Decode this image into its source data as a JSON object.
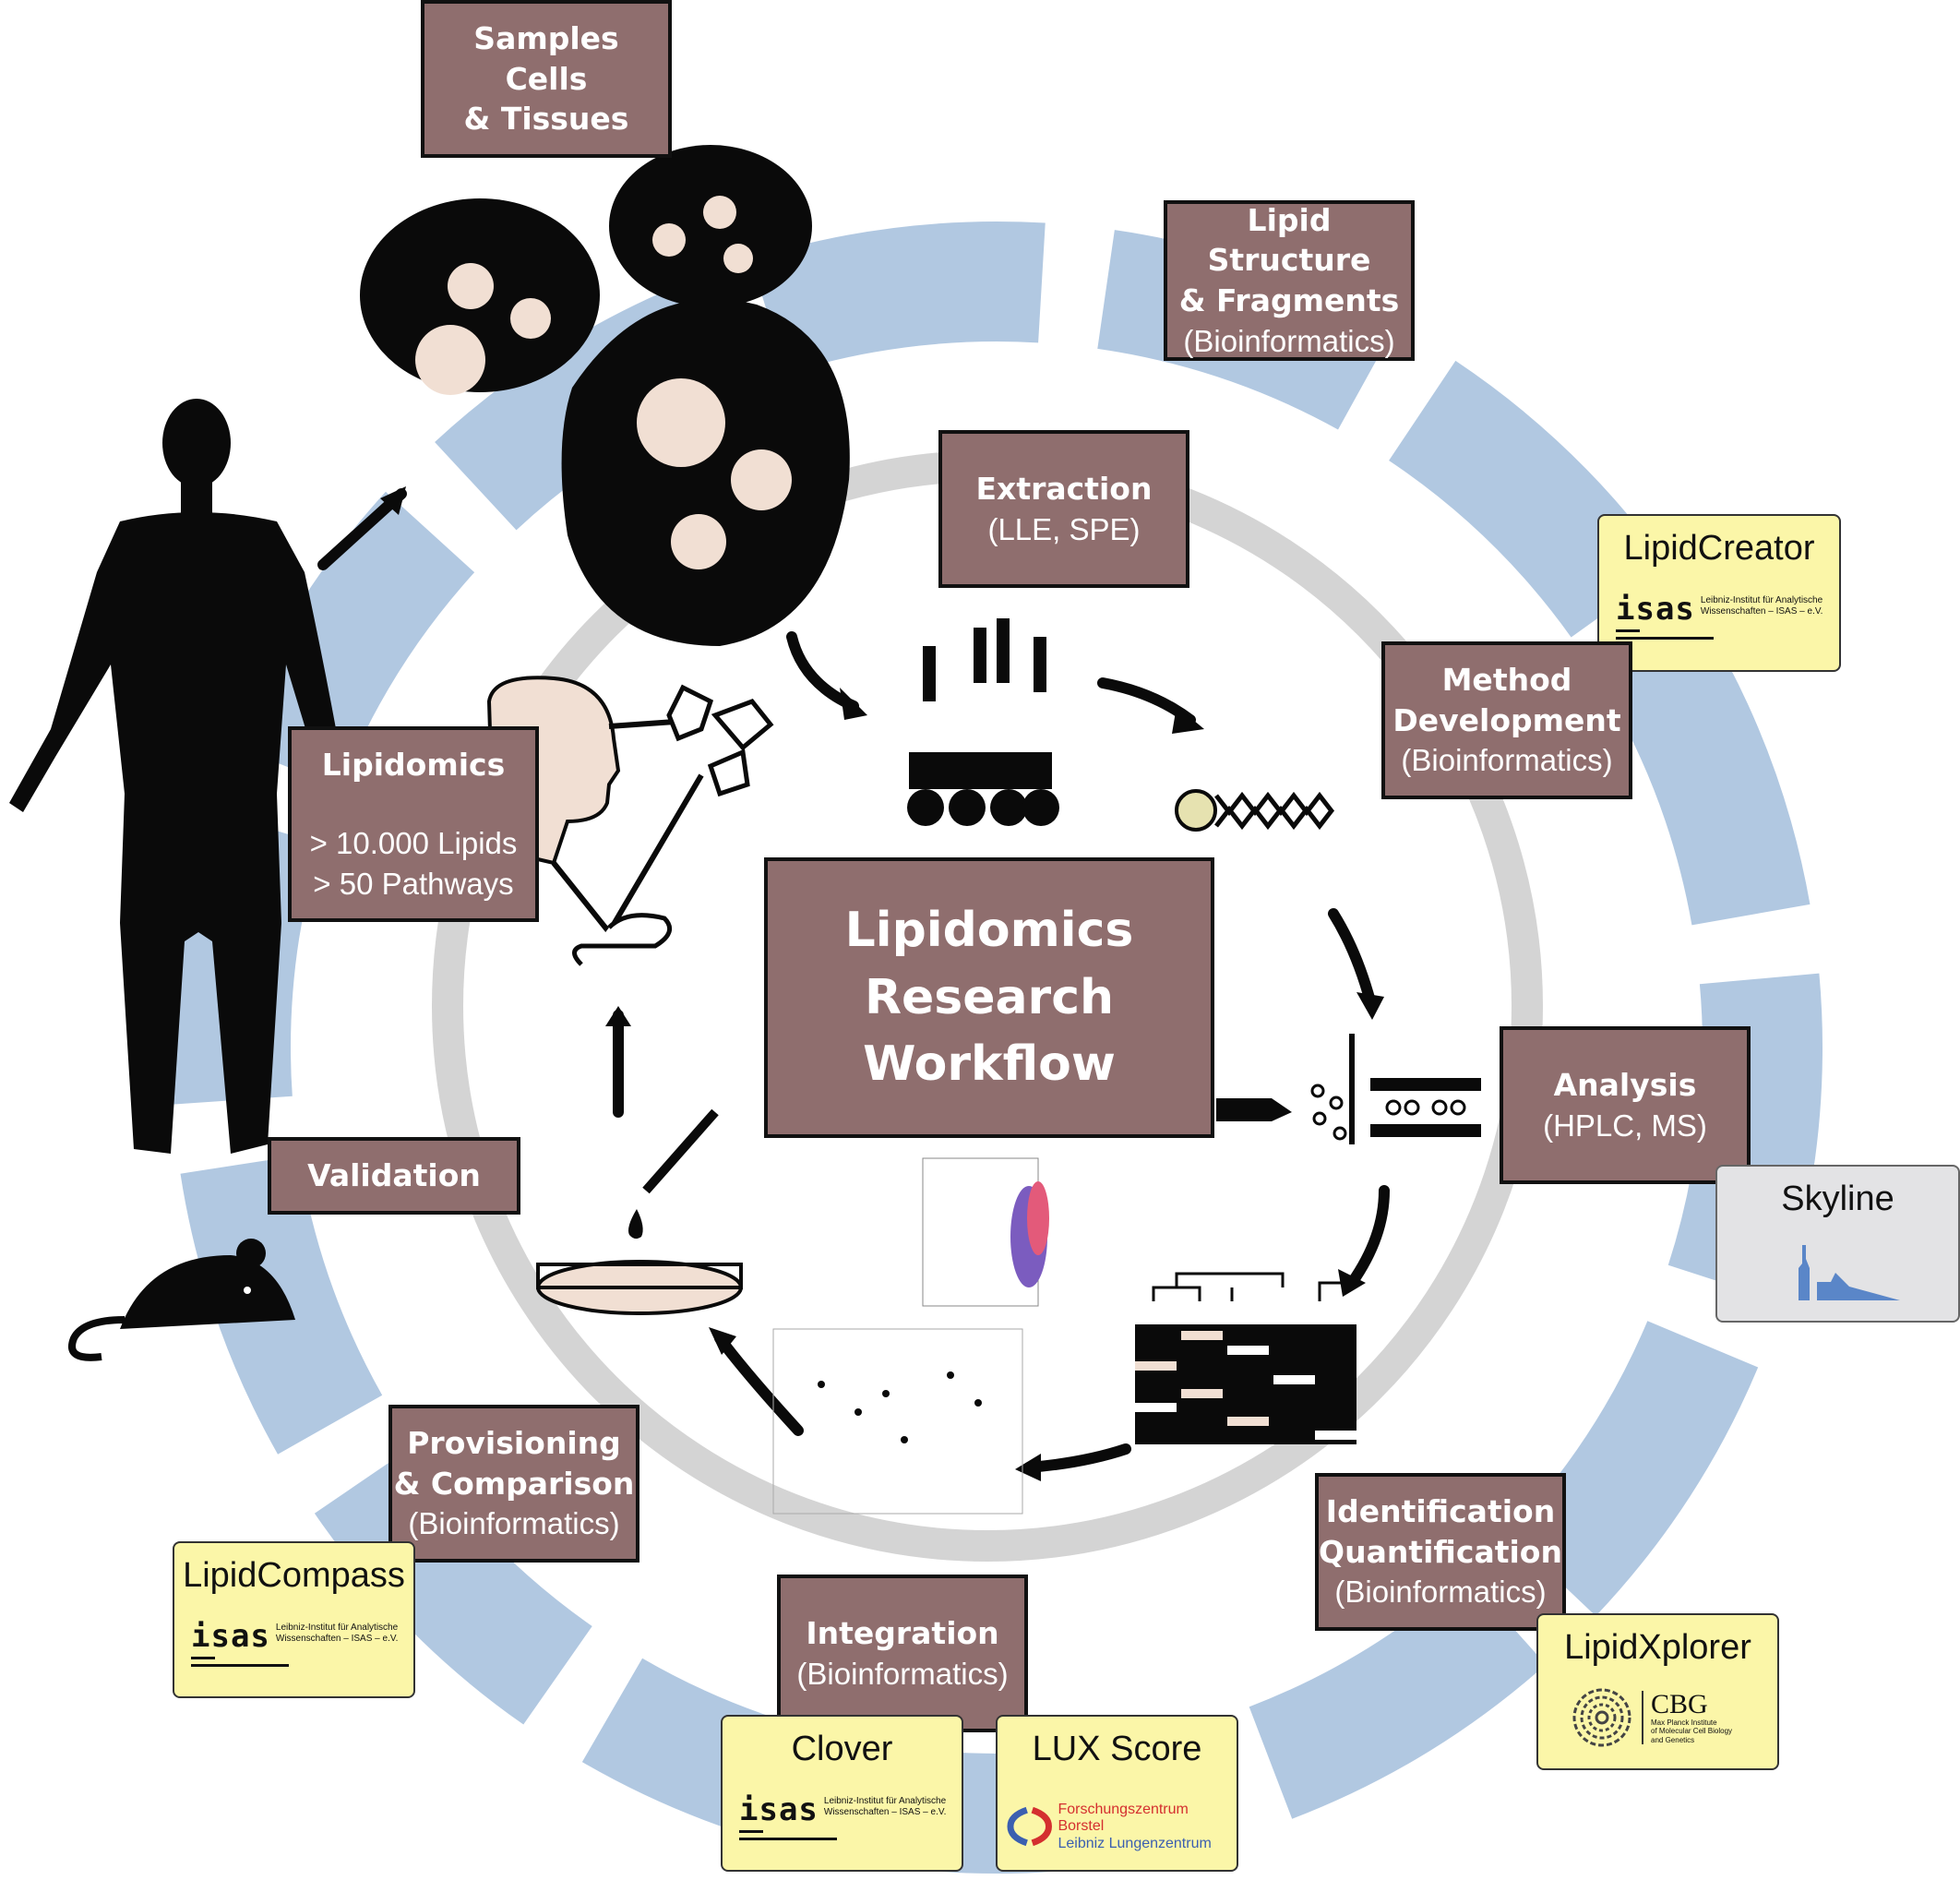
{
  "center": {
    "lines": [
      "Lipidomics",
      "Research",
      "Workflow"
    ]
  },
  "boxes": {
    "samples": [
      "Samples",
      "Cells",
      "& Tissues"
    ],
    "lipid_structure": {
      "title1": "Lipid Structure",
      "title2": "& Fragments",
      "sub": "(Bioinformatics)"
    },
    "extraction": {
      "title": "Extraction",
      "sub": "(LLE, SPE)"
    },
    "method_dev": {
      "title1": "Method",
      "title2": "Development",
      "sub": "(Bioinformatics)"
    },
    "lipidomics": {
      "title": "Lipidomics",
      "line1": "> 10.000 Lipids",
      "line2": "> 50 Pathways"
    },
    "analysis": {
      "title": "Analysis",
      "sub": "(HPLC, MS)"
    },
    "validation": {
      "title": "Validation"
    },
    "provisioning": {
      "title1": "Provisioning",
      "title2": "& Comparison",
      "sub": "(Bioinformatics)"
    },
    "identification": {
      "title1": "Identification",
      "title2": "Quantification",
      "sub": "(Bioinformatics)"
    },
    "integration": {
      "title": "Integration",
      "sub": "(Bioinformatics)"
    }
  },
  "tools": {
    "lipidcreator": {
      "name": "LipidCreator",
      "logo_text": "isas",
      "logo_caption1": "Leibniz-Institut für Analytische",
      "logo_caption2": "Wissenschaften – ISAS – e.V."
    },
    "skyline": {
      "name": "Skyline"
    },
    "lipidcompass": {
      "name": "LipidCompass",
      "logo_text": "isas",
      "logo_caption1": "Leibniz-Institut für Analytische",
      "logo_caption2": "Wissenschaften – ISAS – e.V."
    },
    "clover": {
      "name": "Clover",
      "logo_text": "isas",
      "logo_caption1": "Leibniz-Institut für Analytische",
      "logo_caption2": "Wissenschaften – ISAS – e.V."
    },
    "luxscore": {
      "name": "LUX Score",
      "logo_line1": "Forschungszentrum Borstel",
      "logo_line2": "Leibniz Lungenzentrum"
    },
    "lipidxplorer": {
      "name": "LipidXplorer",
      "logo_big": "CBG",
      "logo_small1": "Max Planck Institute",
      "logo_small2": "of Molecular Cell Biology",
      "logo_small3": "and Genetics"
    }
  },
  "colors": {
    "box_fill": "#8f6e6e",
    "ring_outer": "#b1c8e1",
    "ring_inner": "#d4d4d4",
    "tool_fill": "#fbf6a8",
    "skyline_fill": "#e3e3e5",
    "organelle": "#f1dfd3"
  }
}
